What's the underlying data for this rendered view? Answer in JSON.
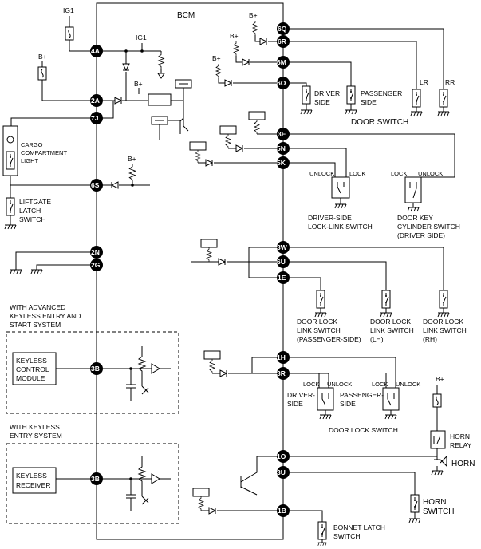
{
  "bcm_label": "BCM",
  "ig1": "IG1",
  "bplus": "B+",
  "pins": {
    "p4A": "4A",
    "p2A": "2A",
    "p7J": "7J",
    "p6S": "6S",
    "p2N": "2N",
    "p2G": "2G",
    "p3B_1": "3B",
    "p3B_2": "3B",
    "p6Q": "6Q",
    "p6R": "6R",
    "p6M": "6M",
    "p6O": "6O",
    "p3E": "3E",
    "p5N": "5N",
    "p5K": "5K",
    "p3W": "3W",
    "p6U": "6U",
    "p1E": "1E",
    "p1H": "1H",
    "p3R": "3R",
    "p1O": "1O",
    "p3U": "3U",
    "p1B": "1B"
  },
  "labels": {
    "cargo_light": [
      "CARGO",
      "COMPARTMENT",
      "LIGHT"
    ],
    "liftgate": [
      "LIFTGATE",
      "LATCH",
      "SWITCH"
    ],
    "advanced_keyless": [
      "WITH ADVANCED",
      "KEYLESS ENTRY AND",
      "START SYSTEM"
    ],
    "keyless_control": [
      "KEYLESS",
      "CONTROL",
      "MODULE"
    ],
    "with_keyless": [
      "WITH KEYLESS",
      "ENTRY SYSTEM"
    ],
    "keyless_receiver": [
      "KEYLESS",
      "RECEIVER"
    ],
    "driver_side": [
      "DRIVER",
      "SIDE"
    ],
    "passenger_side": [
      "PASSENGER",
      "SIDE"
    ],
    "lr": "LR",
    "rr": "RR",
    "door_switch": "DOOR SWITCH",
    "unlock": "UNLOCK",
    "lock": "LOCK",
    "driver_lock_link": [
      "DRIVER-SIDE",
      "LOCK-LINK SWITCH"
    ],
    "door_key_cyl": [
      "DOOR KEY",
      "CYLINDER SWITCH",
      "(DRIVER SIDE)"
    ],
    "dlls_pass": [
      "DOOR LOCK",
      "LINK SWITCH",
      "(PASSENGER-SIDE)"
    ],
    "dlls_lh": [
      "DOOR LOCK",
      "LINK SWITCH",
      "(LH)"
    ],
    "dlls_rh": [
      "DOOR LOCK",
      "LINK SWITCH",
      "(RH)"
    ],
    "dl_driver": [
      "DRIVER-",
      "SIDE"
    ],
    "dl_passenger": [
      "PASSENGER-",
      "SIDE"
    ],
    "door_lock_switch": "DOOR LOCK SWITCH",
    "horn_relay": [
      "HORN",
      "RELAY"
    ],
    "horn": "HORN",
    "horn_switch": [
      "HORN",
      "SWITCH"
    ],
    "bonnet": [
      "BONNET LATCH",
      "SWITCH"
    ]
  }
}
